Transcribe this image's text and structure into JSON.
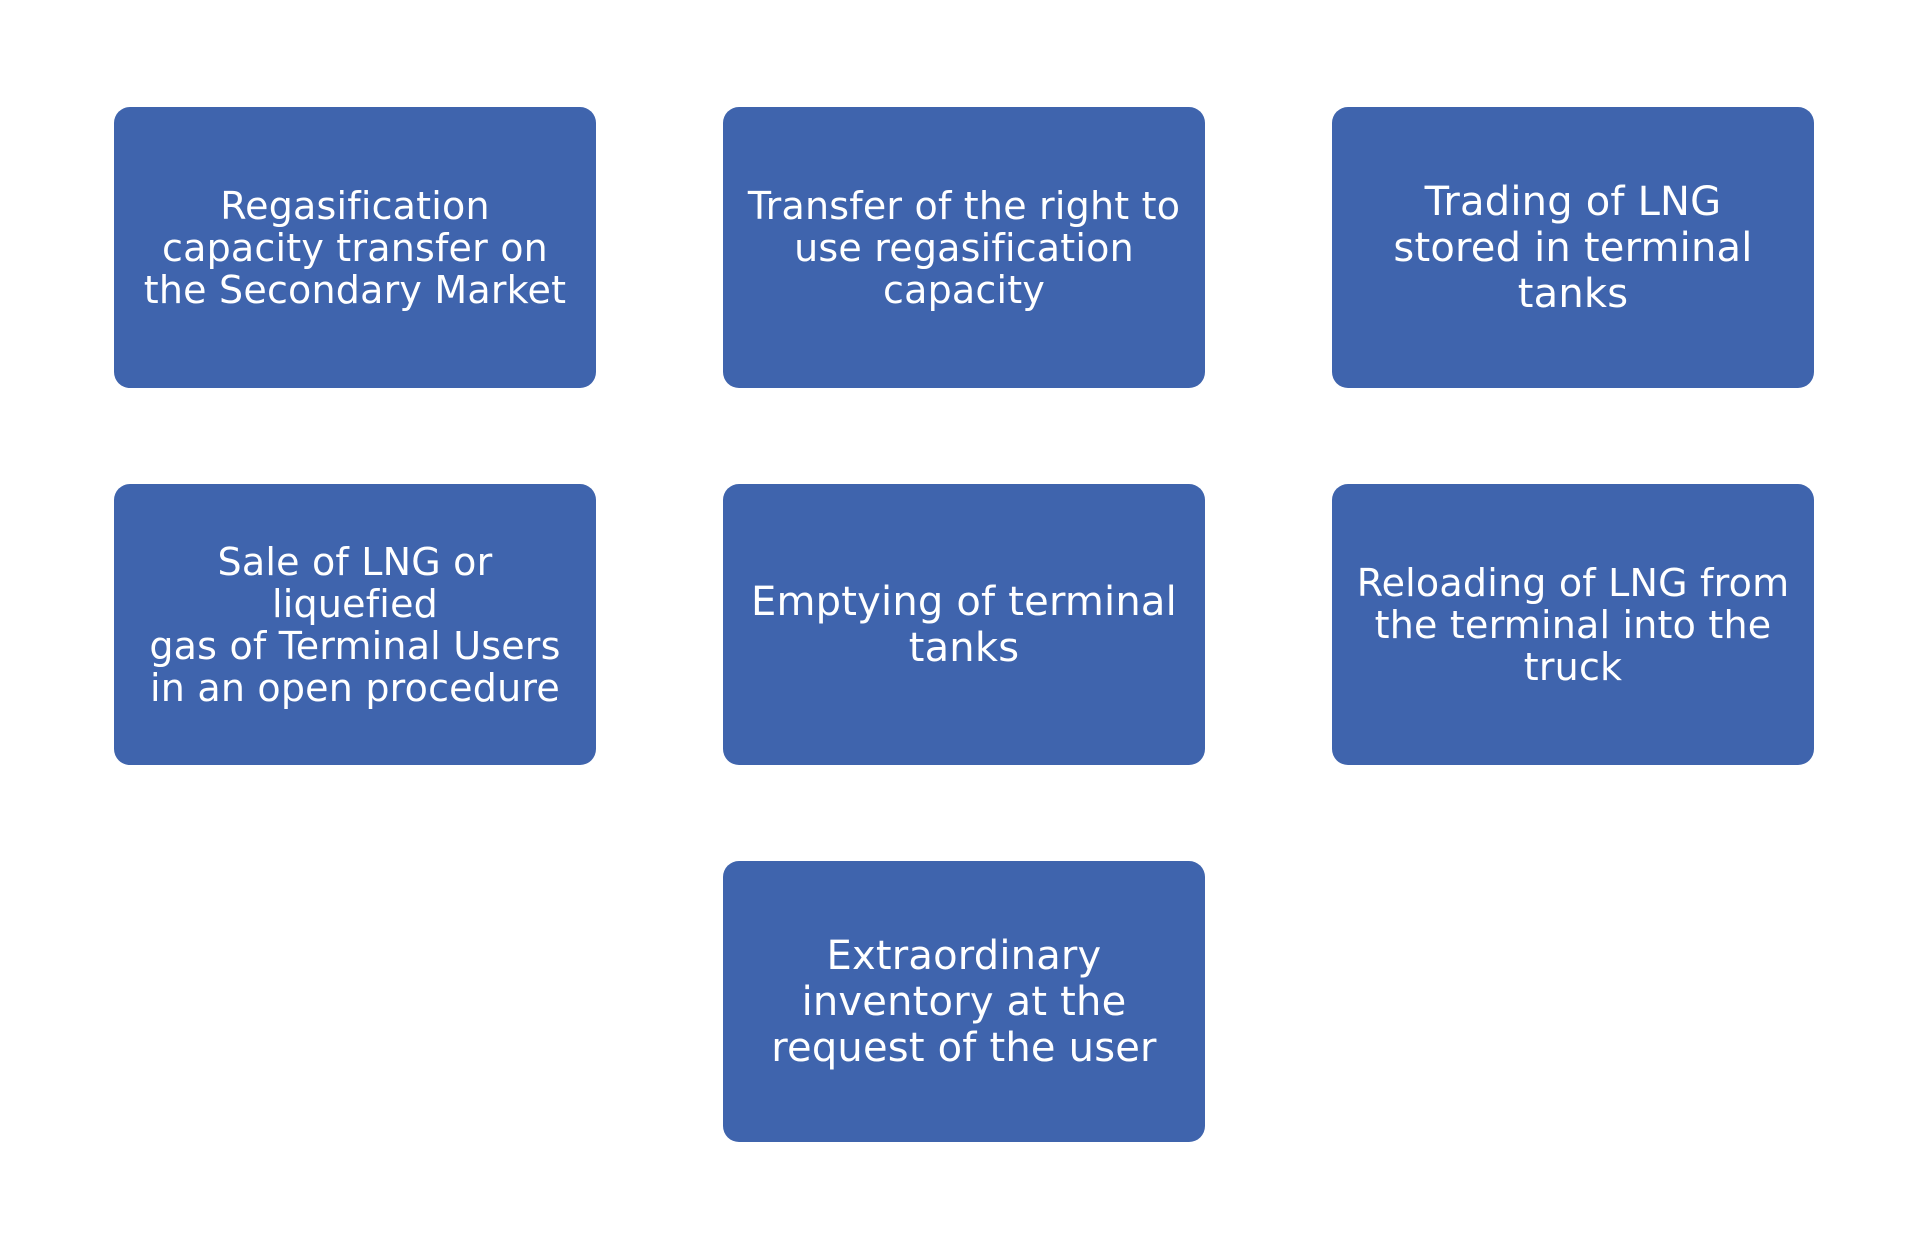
{
  "colors": {
    "box_fill": "#3F64AD",
    "box_text": "#FFFFFF",
    "background": "#FFFFFF"
  },
  "boxes": [
    {
      "id": "secondary-market",
      "lines": [
        "Regasification",
        "capacity transfer on",
        "the Secondary Market"
      ]
    },
    {
      "id": "transfer-right",
      "lines": [
        "Transfer of the right to",
        "use regasification",
        "capacity"
      ]
    },
    {
      "id": "trading-lng",
      "lines": [
        "Trading of LNG",
        "stored in terminal",
        "tanks"
      ]
    },
    {
      "id": "sale-lng",
      "lines": [
        "Sale of LNG or liquefied",
        "gas of Terminal Users",
        "in an open procedure"
      ]
    },
    {
      "id": "emptying-tanks",
      "lines": [
        "Emptying of terminal",
        "tanks"
      ]
    },
    {
      "id": "reloading-lng",
      "lines": [
        "Reloading of LNG from",
        "the terminal into the",
        "truck"
      ]
    },
    {
      "id": "extraordinary-inventory",
      "lines": [
        "Extraordinary",
        "inventory at the",
        "request of the user"
      ]
    }
  ]
}
